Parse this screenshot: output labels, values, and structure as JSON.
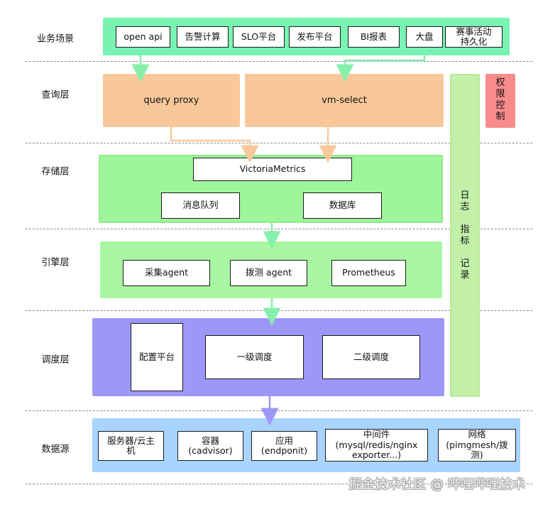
{
  "colors": {
    "business": "#78f3b2",
    "query": "#f8c89b",
    "storage": "#a9f7a2",
    "engine": "#a9f7a2",
    "scheduler": "#9d98f8",
    "datasource": "#a8d4ff",
    "sidebar": "#c2f0a8",
    "access": "#f88c8c",
    "arrow_green": "#86efac",
    "arrow_peach": "#f8c89b",
    "arrow_purple": "#9d98f8"
  },
  "layers": {
    "business": "业务场景",
    "query": "查询层",
    "storage": "存储层",
    "engine": "引擎层",
    "scheduler": "调度层",
    "datasource": "数据源"
  },
  "business_items": [
    "open api",
    "告警计算",
    "SLO平台",
    "发布平台",
    "BI报表",
    "大盘",
    "赛事活动\n持久化"
  ],
  "query": {
    "left": "query proxy",
    "right": "vm-select"
  },
  "storage": {
    "main": "VictoriaMetrics",
    "queue": "消息队列",
    "db": "数据库"
  },
  "engine": {
    "collect": "采集agent",
    "probe": "拨测 agent",
    "prometheus": "Prometheus"
  },
  "scheduler": {
    "config": "配置平台",
    "level1": "一级调度",
    "level2": "二级调度"
  },
  "datasource_items": [
    "服务器/云主\n机",
    "容器\n(cadvisor)",
    "应用\n(endponit)",
    "中间件\n(mysql/redis/nginx\nexporter...)",
    "网络\n(pimgmesh/拨\n测)"
  ],
  "sidebar": {
    "text": "日\n志\n\n指\n标\n\n记\n录"
  },
  "access_control": {
    "text": "权\n限\n控\n制"
  },
  "watermark": "掘金技术社区 @ 哔哩哔哩技术"
}
